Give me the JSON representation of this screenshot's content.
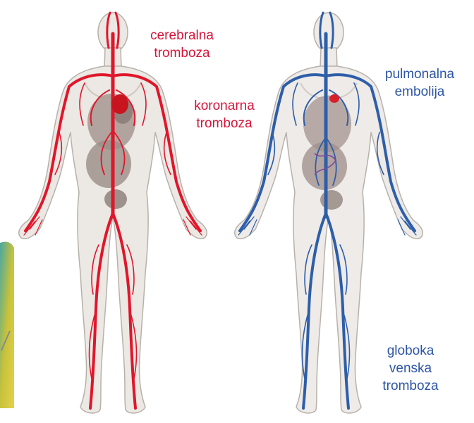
{
  "colors": {
    "arterial": "#e0162b",
    "venous": "#2e5ea8",
    "label_arterial": "#d6153a",
    "label_venous": "#2d55a6",
    "body_fill": "#ece8e4",
    "body_stroke": "#b8b1ab",
    "organ_fill": "#9a8b86",
    "corner_accent": "#c8c23a"
  },
  "figures": {
    "arterial": {
      "icon": "arterial-body-figure-icon"
    },
    "venous": {
      "icon": "venous-body-figure-icon"
    }
  },
  "labels": {
    "cerebral": {
      "line1": "cerebralna",
      "line2": "tromboza"
    },
    "coronary": {
      "line1": "koronarna",
      "line2": "tromboza"
    },
    "pulmonary": {
      "line1": "pulmonalna",
      "line2": "embolija"
    },
    "dvt": {
      "line1": "globoka",
      "line2": "venska",
      "line3": "tromboza"
    }
  }
}
